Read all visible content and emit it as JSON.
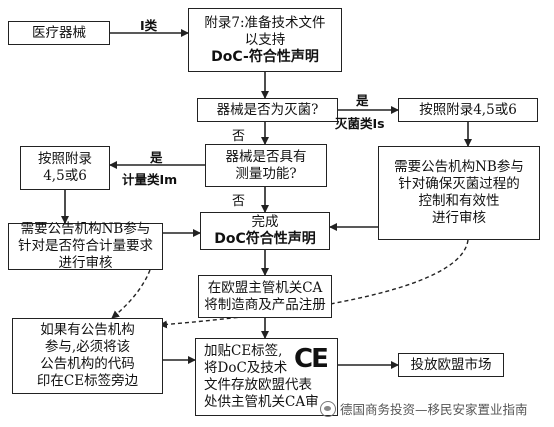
{
  "nodes": {
    "medical_device": "医疗器械",
    "annex7": [
      "附录7:准备技术文件",
      "以支持",
      "DoC-符合性声明"
    ],
    "sterile_q": "器械是否为灭菌?",
    "annex456_right": "按照附录4,5或6",
    "measure_q": [
      "器械是否具有",
      "测量功能?"
    ],
    "annex456_left": [
      "按照附录",
      "4,5或6"
    ],
    "nb_sterile": [
      "需要公告机构NB参与",
      "针对确保灭菌过程的",
      "控制和有效性",
      "进行审核"
    ],
    "complete_doc": [
      "完成",
      "DoC符合性声明"
    ],
    "nb_measure": [
      "需要公告机构NB参与",
      "针对是否符合计量要求",
      "进行审核"
    ],
    "eu_ca": [
      "在欧盟主管机关CA",
      "将制造商及产品注册"
    ],
    "nb_code": [
      "如果有公告机构",
      "参与,必须将该",
      "公告机构的代码",
      "印在CE标签旁边"
    ],
    "ce_label": [
      "加贴CE标签,",
      "将DoC及技术",
      "文件存放欧盟代表",
      "处供主管机关CA审"
    ],
    "market": "投放欧盟市场"
  },
  "labels": {
    "class1": "Ⅰ类",
    "yes_sterile": "是",
    "sterile_class": "灭菌类Is",
    "no_sterile": "否",
    "yes_measure": "是",
    "measure_class": "计量类Im",
    "no_measure": "否"
  },
  "ce_mark": "CE",
  "watermark": "德国商务投资—移民安家置业指南"
}
